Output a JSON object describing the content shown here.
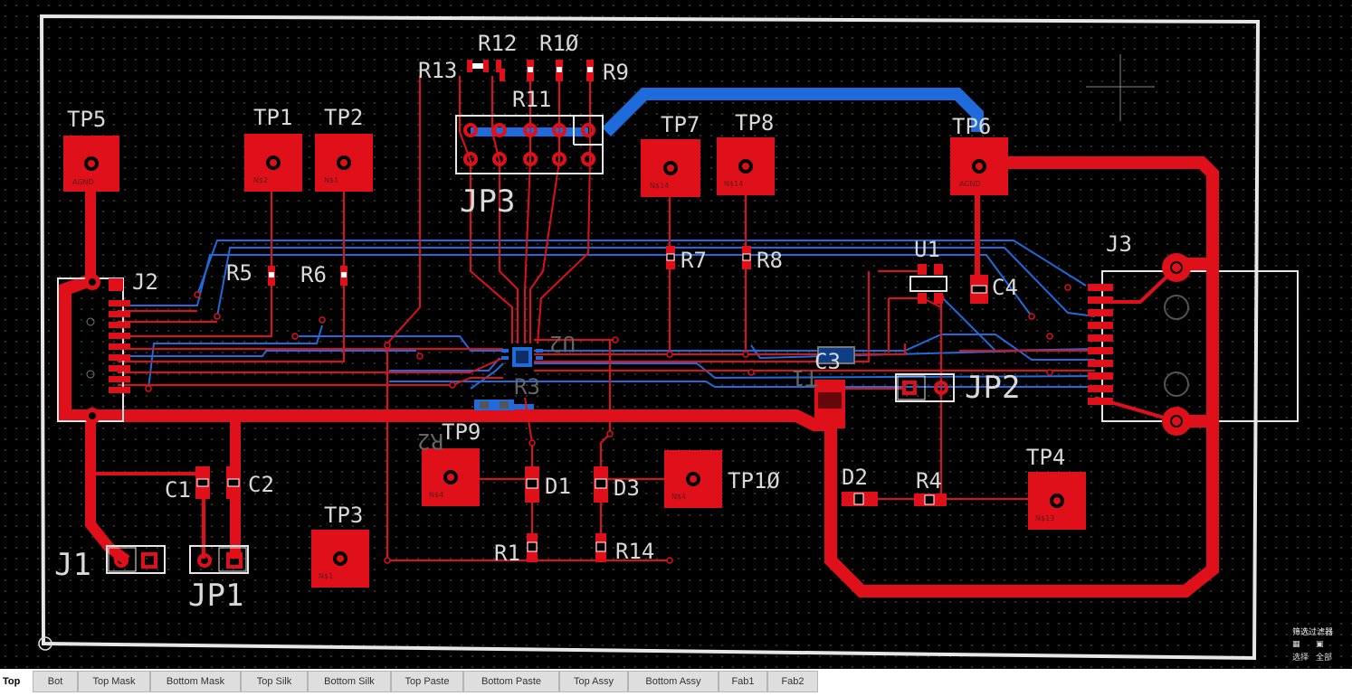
{
  "board": {
    "testpoints": [
      {
        "ref": "TP5",
        "net": "AGND"
      },
      {
        "ref": "TP1",
        "net": "N$2"
      },
      {
        "ref": "TP2",
        "net": "N$1"
      },
      {
        "ref": "TP7",
        "net": "N$14"
      },
      {
        "ref": "TP8",
        "net": "N$14"
      },
      {
        "ref": "TP6",
        "net": "AGND"
      },
      {
        "ref": "TP9",
        "net": "N$4"
      },
      {
        "ref": "TP3",
        "net": "N$1"
      },
      {
        "ref": "TP10",
        "net": "N$4"
      },
      {
        "ref": "TP4",
        "net": "N$13"
      }
    ],
    "resistors": [
      "R13",
      "R12",
      "R10",
      "R9",
      "R11",
      "R5",
      "R6",
      "R7",
      "R8",
      "R1",
      "R14",
      "R4",
      "R3",
      "R2"
    ],
    "capacitors": [
      "C1",
      "C2",
      "C3",
      "C4"
    ],
    "diodes": [
      "D1",
      "D3",
      "D2"
    ],
    "ics": [
      "U1",
      "U2",
      "T1"
    ],
    "connectors": [
      "J1",
      "J2",
      "J3",
      "JP1",
      "JP2",
      "JP3"
    ]
  },
  "labels": {
    "tp5": "TP5",
    "tp1": "TP1",
    "tp2": "TP2",
    "tp7": "TP7",
    "tp8": "TP8",
    "tp6": "TP6",
    "tp9": "TP9",
    "tp3": "TP3",
    "tp10": "TP1Ø",
    "tp4": "TP4",
    "r13": "R13",
    "r12": "R12",
    "r10": "R1Ø",
    "r9": "R9",
    "r11": "R11",
    "r5": "R5",
    "r6": "R6",
    "r7": "R7",
    "r8": "R8",
    "r1": "R1",
    "r14": "R14",
    "r4": "R4",
    "r3": "R3",
    "r2": "R2",
    "c1": "C1",
    "c2": "C2",
    "c3": "C3",
    "c4": "C4",
    "d1": "D1",
    "d2": "D2",
    "d3": "D3",
    "u1": "U1",
    "u2": "U2",
    "t1": "T1",
    "j1": "J1",
    "j2": "J2",
    "j3": "J3",
    "jp1": "JP1",
    "jp2": "JP2",
    "jp3": "JP3"
  },
  "filter": {
    "title": "筛选过滤器",
    "items": [
      "选择",
      "全部"
    ]
  },
  "tabs": [
    {
      "label": "Top",
      "active": true
    },
    {
      "label": "Bot"
    },
    {
      "label": "Top Mask"
    },
    {
      "label": "Bottom Mask"
    },
    {
      "label": "Top Silk"
    },
    {
      "label": "Bottom Silk"
    },
    {
      "label": "Top Paste"
    },
    {
      "label": "Bottom Paste"
    },
    {
      "label": "Top Assy"
    },
    {
      "label": "Bottom Assy"
    },
    {
      "label": "Fab1"
    },
    {
      "label": "Fab2"
    }
  ],
  "colors": {
    "top_copper": "#e0101a",
    "bottom_copper": "#1f6bdc",
    "silk": "#e8e8e8",
    "background": "#000000"
  }
}
